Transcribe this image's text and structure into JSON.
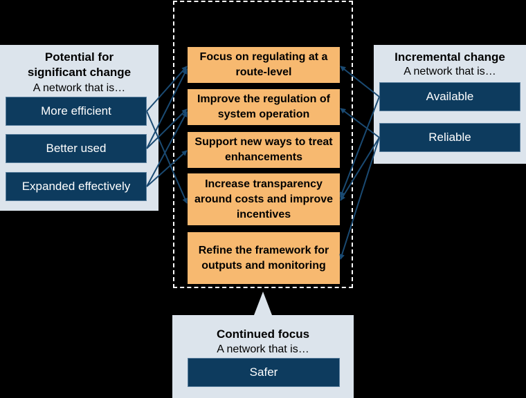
{
  "left_panel": {
    "title": "Potential for significant change",
    "title_line1": "Potential for",
    "title_line2": "significant change",
    "subtitle": "A network that is…",
    "items": [
      "More efficient",
      "Better used",
      "Expanded effectively"
    ]
  },
  "right_panel": {
    "title": "Incremental change",
    "subtitle": "A network that is…",
    "items": [
      "Available",
      "Reliable"
    ]
  },
  "bottom_panel": {
    "title": "Continued focus",
    "subtitle": "A network that is…",
    "items": [
      "Safer"
    ]
  },
  "center": {
    "items": [
      "Focus on regulating at a route-level",
      "Improve the regulation of system operation",
      "Support new ways to treat enhancements",
      "Increase transparency around costs and improve incentives",
      "Refine the framework for outputs and monitoring"
    ]
  },
  "colors": {
    "background": "#000000",
    "panel": "#dce4ec",
    "navy_box": "#0d3b5e",
    "orange_box": "#f7b970",
    "arrow": "#1a4a72"
  }
}
